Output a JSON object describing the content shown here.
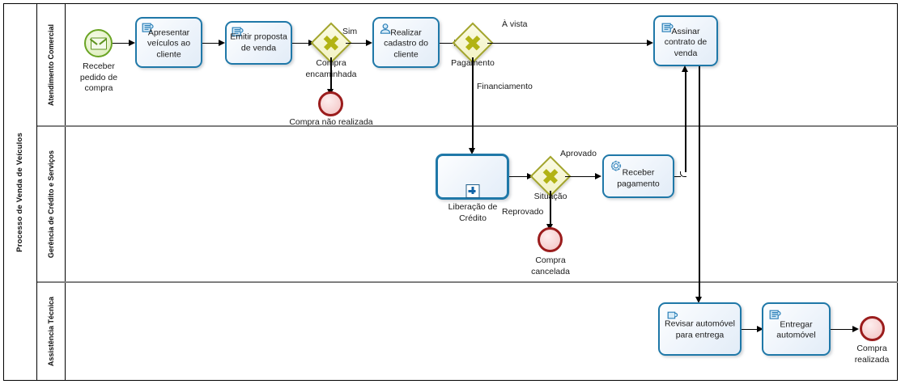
{
  "pool": {
    "title": "Processo de Venda de Veículos",
    "lanes": [
      {
        "id": "lane-atendimento",
        "label": "Atendimento Comercial"
      },
      {
        "id": "lane-credito",
        "label": "Gerência de Crédito e Serviços"
      },
      {
        "id": "lane-assistencia",
        "label": "Assistência Técnica"
      }
    ]
  },
  "colors": {
    "task_border": "#1f78a8",
    "gateway_border": "#a3a52c",
    "gateway_fill": "#f2f2c4",
    "start_event": "#6aa424",
    "end_event": "#9b1d1d",
    "lane_separator": "#7f7f7f"
  },
  "nodes": {
    "start_receber_pedido": {
      "label": "Receber pedido de compra",
      "type": "message-start-event",
      "icon": "envelope-icon"
    },
    "apresentar_veiculos": {
      "label": "Apresentar veículos ao cliente",
      "type": "manual-task",
      "icon": "manual-task-icon"
    },
    "emitir_proposta": {
      "label": "Emitir proposta de venda",
      "type": "manual-task",
      "icon": "manual-task-icon"
    },
    "gw_compra_encaminhada": {
      "label": "Compra encaminhada",
      "type": "exclusive-gateway",
      "icon": "exclusive-gateway-icon"
    },
    "realizar_cadastro": {
      "label": "Realizar cadastro do cliente",
      "type": "user-task",
      "icon": "user-task-icon"
    },
    "gw_pagamento": {
      "label": "Pagamento",
      "type": "exclusive-gateway",
      "icon": "exclusive-gateway-icon"
    },
    "assinar_contrato": {
      "label": "Assinar contrato de venda",
      "type": "manual-task",
      "icon": "manual-task-icon"
    },
    "end_compra_nao_realizada": {
      "label": "Compra não realizada",
      "type": "end-event"
    },
    "liberacao_credito": {
      "label": "Liberação de Crédito",
      "type": "collapsed-subprocess",
      "icon": "plus-marker-icon"
    },
    "gw_situacao": {
      "label": "Situação",
      "type": "exclusive-gateway",
      "icon": "exclusive-gateway-icon"
    },
    "receber_pagamento": {
      "label": "Receber pagamento",
      "type": "service-task",
      "icon": "gear-icon"
    },
    "end_compra_cancelada": {
      "label": "Compra cancelada",
      "type": "end-event"
    },
    "revisar_automovel": {
      "label": "Revisar automóvel para entrega",
      "type": "manual-task",
      "icon": "manual-task-icon"
    },
    "entregar_automovel": {
      "label": "Entregar automóvel",
      "type": "manual-task",
      "icon": "manual-task-icon"
    },
    "end_compra_realizada": {
      "label": "Compra realizada",
      "type": "end-event"
    }
  },
  "flow_labels": {
    "sim": "Sim",
    "a_vista": "À vista",
    "financiamento": "Financiamento",
    "aprovado": "Aprovado",
    "reprovado": "Reprovado"
  }
}
